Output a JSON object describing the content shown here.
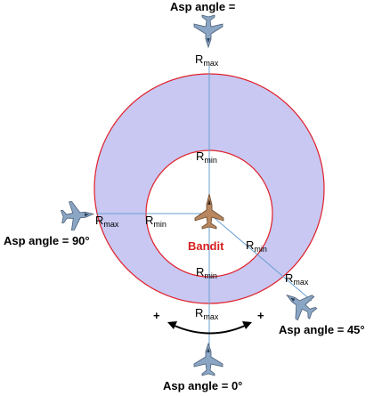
{
  "labels": {
    "asp_top": "Asp angle =",
    "asp_left": "Asp angle = 90°",
    "asp_right": "Asp angle = 45°",
    "asp_bottom": "Asp angle = 0°",
    "bandit": "Bandit",
    "r_letter": "R",
    "sub_max": "max",
    "sub_min": "min",
    "plus": "+"
  },
  "colors": {
    "ring_fill": "#c8c8f2",
    "circle_stroke": "#e0202a",
    "line": "#6a9fd0",
    "bandit_text": "#d61f1f",
    "arrow": "#000000",
    "jet_body": "#8aa6c4",
    "bandit_body": "#b9875f"
  },
  "icons": {
    "fighter": "fighter-jet-icon",
    "bandit": "bandit-aircraft-icon"
  }
}
